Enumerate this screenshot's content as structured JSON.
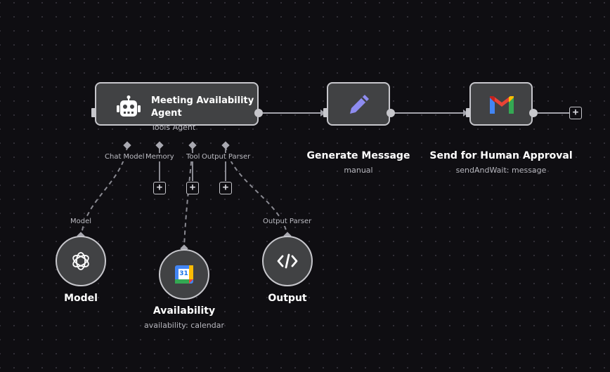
{
  "nodes": {
    "agent": {
      "title": "Meeting Availability Agent",
      "subtitle": "Tools Agent",
      "icon": "robot-icon"
    },
    "generate_message": {
      "label": "Generate Message",
      "subtitle": "manual",
      "icon": "pencil-icon"
    },
    "send_approval": {
      "label": "Send for Human Approval",
      "subtitle": "sendAndWait: message",
      "icon": "gmail-icon"
    },
    "model": {
      "label": "Model",
      "icon": "openai-icon",
      "input_label": "Model"
    },
    "availability": {
      "label": "Availability",
      "subtitle": "availability: calendar",
      "icon": "google-calendar-icon",
      "calendar_day": "31"
    },
    "output": {
      "label": "Output",
      "icon": "code-icon",
      "input_label": "Output Parser"
    }
  },
  "agent_ports": {
    "chat_model": "Chat Model",
    "memory": "Memory",
    "tool": "Tool",
    "output_parser": "Output Parser"
  },
  "add_button_symbol": "+",
  "colors": {
    "canvas": "#0f0e12",
    "node_fill": "#414244",
    "node_border": "#c7c7cc",
    "pencil": "#8e8cf0",
    "gmail_red": "#ea4335",
    "calendar_blue": "#4285f4"
  }
}
